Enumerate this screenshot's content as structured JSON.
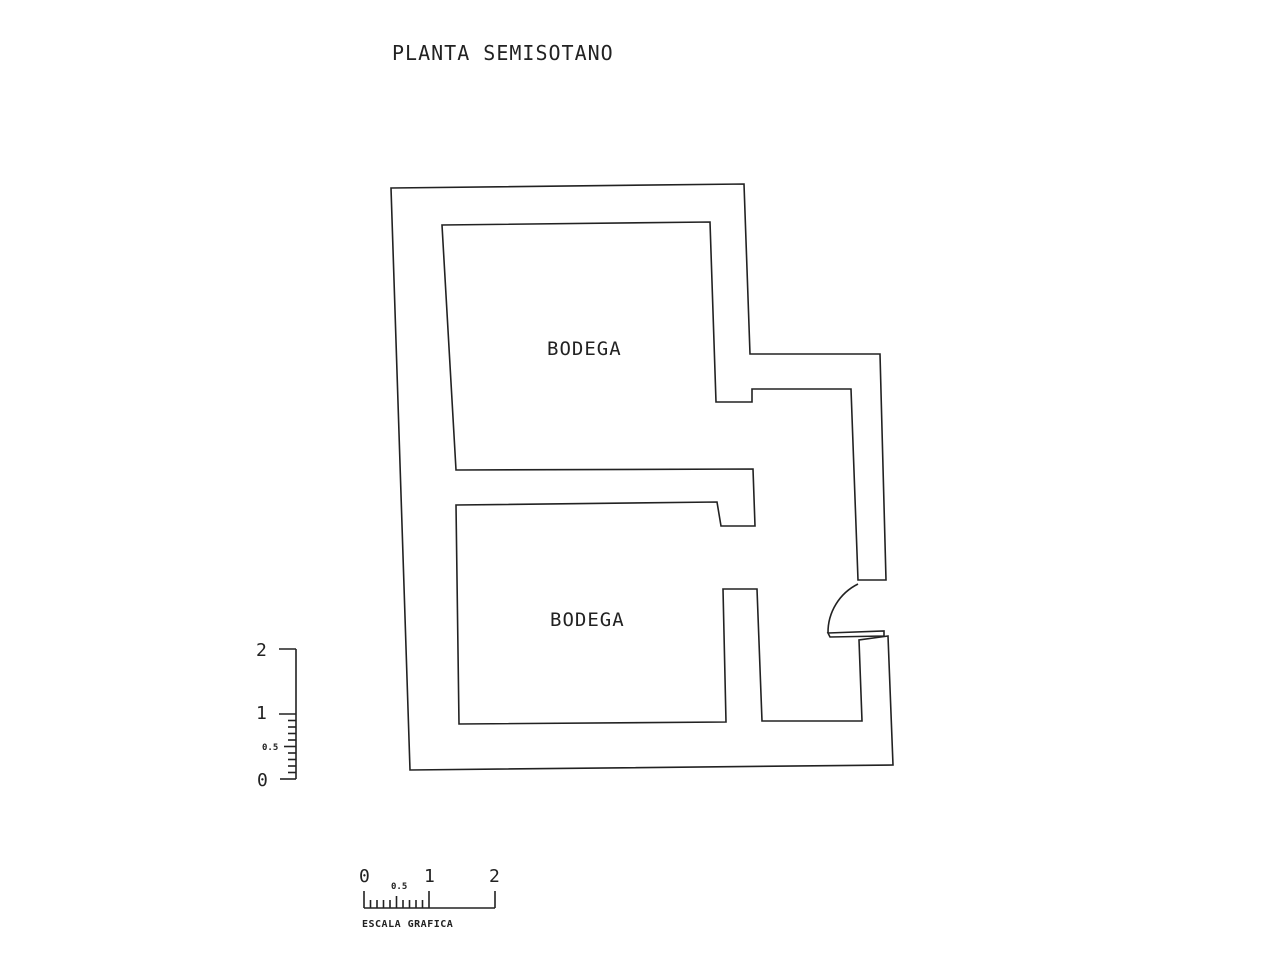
{
  "plan": {
    "title": "PLANTA SEMISOTANO",
    "rooms": [
      {
        "label": "BODEGA"
      },
      {
        "label": "BODEGA"
      }
    ]
  },
  "vertical_scale": {
    "labels": {
      "top": "2",
      "mid": "1",
      "half": "0.5",
      "zero": "0"
    }
  },
  "horizontal_scale": {
    "labels": {
      "zero": "0",
      "half": "0.5",
      "one": "1",
      "two": "2"
    },
    "caption": "ESCALA GRAFICA"
  }
}
